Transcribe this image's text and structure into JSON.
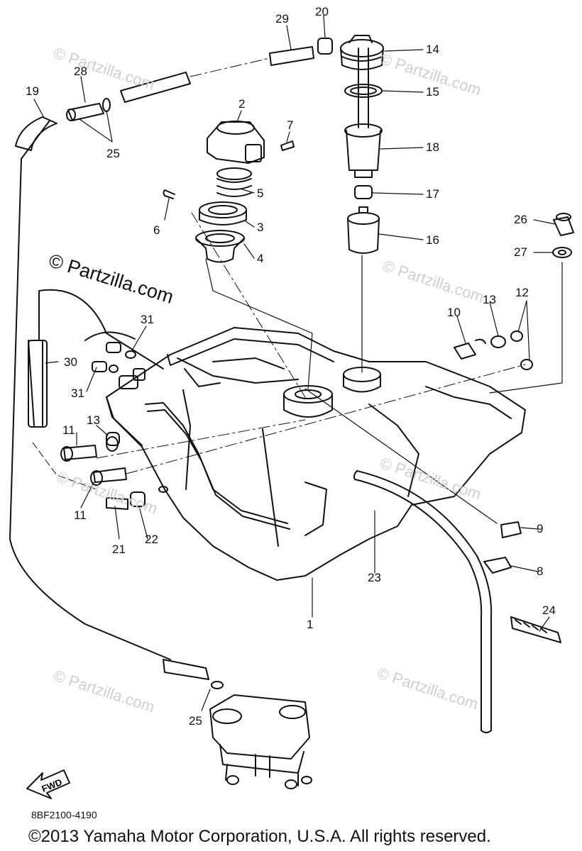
{
  "diagram": {
    "drawing_code": "8BF2100-4190",
    "copyright": "©2013 Yamaha Motor Corporation, U.S.A. All rights reserved.",
    "watermark_main": "© Partzilla.com",
    "watermark_faint": "© Partzilla.com",
    "fwd_label": "FWD",
    "part_labels": {
      "p1": "1",
      "p2": "2",
      "p3": "3",
      "p4": "4",
      "p5": "5",
      "p6": "6",
      "p7": "7",
      "p8": "8",
      "p9": "9",
      "p10": "10",
      "p11a": "11",
      "p11b": "11",
      "p12": "12",
      "p13a": "13",
      "p13b": "13",
      "p14": "14",
      "p15": "15",
      "p16": "16",
      "p17": "17",
      "p18": "18",
      "p19": "19",
      "p20": "20",
      "p21": "21",
      "p22": "22",
      "p23": "23",
      "p24": "24",
      "p25a": "25",
      "p25b": "25",
      "p26": "26",
      "p27": "27",
      "p28": "28",
      "p29": "29",
      "p30": "30",
      "p31a": "31",
      "p31b": "31"
    }
  }
}
